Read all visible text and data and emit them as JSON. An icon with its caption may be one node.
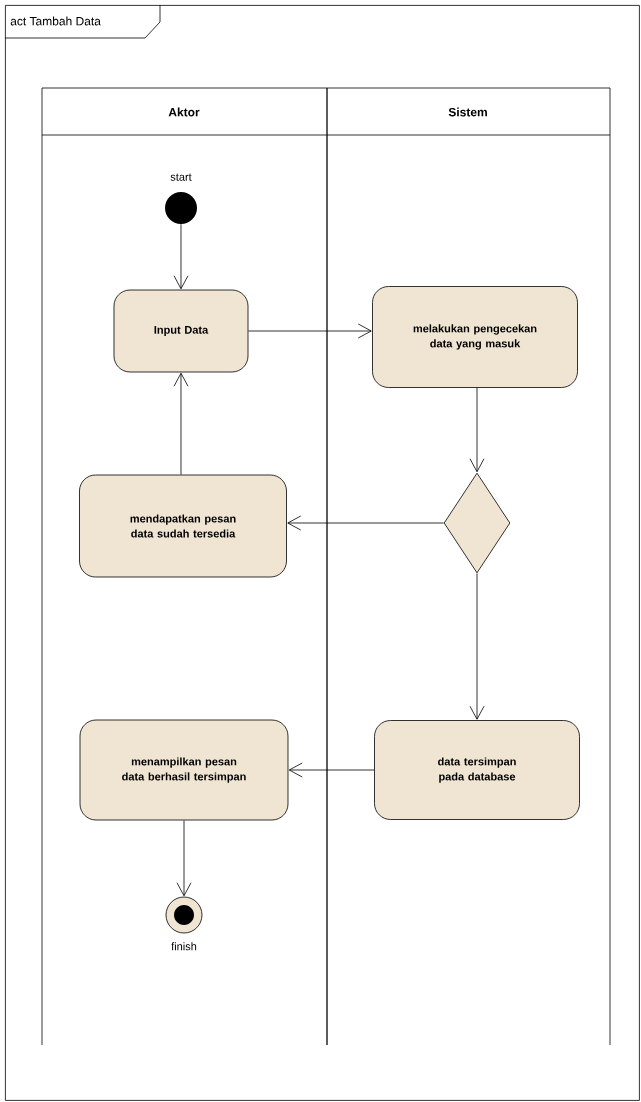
{
  "diagram": {
    "nodes": [
      {
        "text": [
          "act Tambah Data"
        ]
      },
      {
        "text": [
          "Aktor"
        ],
        "in": 0
      },
      {
        "text": [
          "Sistem"
        ],
        "in": 0
      },
      {
        "text": [],
        "shape": "circle",
        "beside": [
          "start"
        ],
        "in": 1
      },
      {
        "text": [
          "Input Data"
        ],
        "in": 1
      },
      {
        "text": [
          "melakukan pengecekan data yang masuk"
        ],
        "in": 2
      },
      {
        "text": [],
        "shape": "diamond",
        "in": 2
      },
      {
        "text": [
          "mendapatkan pesan data sudah tersedia"
        ],
        "in": 1
      },
      {
        "text": [
          "data tersimpan pada database"
        ],
        "in": 2
      },
      {
        "text": [
          "menampilkan pesan data berhasil tersimpan"
        ],
        "in": 1
      },
      {
        "text": [],
        "shape": "circle",
        "beside": [
          "finish"
        ],
        "in": 1
      }
    ],
    "edges": [
      {
        "from": 3,
        "to": 4,
        "arrow": "to"
      },
      {
        "from": 4,
        "to": 5,
        "arrow": "to"
      },
      {
        "from": 5,
        "to": 6,
        "arrow": "to"
      },
      {
        "from": 6,
        "to": 7,
        "arrow": "to"
      },
      {
        "from": 7,
        "to": 4,
        "arrow": "to"
      },
      {
        "from": 6,
        "to": 8,
        "arrow": "to"
      },
      {
        "from": 8,
        "to": 9,
        "arrow": "to"
      },
      {
        "from": 9,
        "to": 10,
        "arrow": "to"
      }
    ]
  }
}
